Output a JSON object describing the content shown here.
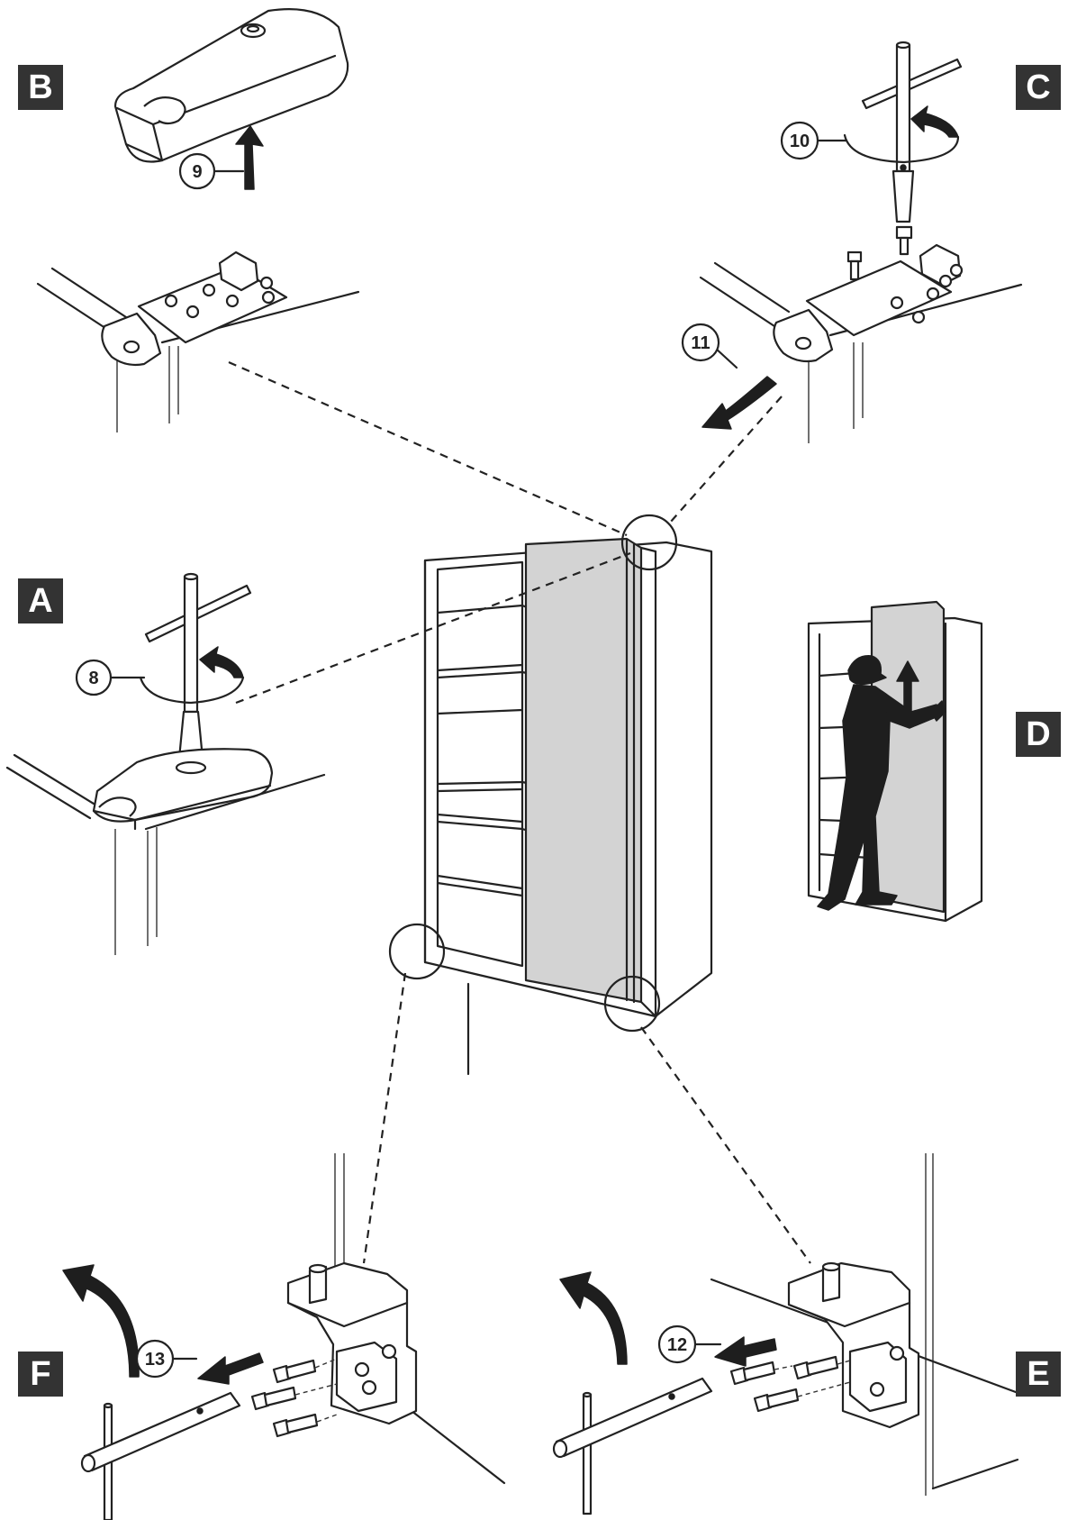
{
  "panels": [
    {
      "key": "A",
      "label": "A"
    },
    {
      "key": "B",
      "label": "B"
    },
    {
      "key": "C",
      "label": "C"
    },
    {
      "key": "D",
      "label": "D"
    },
    {
      "key": "E",
      "label": "E"
    },
    {
      "key": "F",
      "label": "F"
    }
  ],
  "steps": {
    "s8": "8",
    "s9": "9",
    "s10": "10",
    "s11": "11",
    "s12": "12",
    "s13": "13"
  },
  "colors": {
    "ink": "#222222",
    "door_fill": "#d3d3d3",
    "label_bg": "#333333",
    "label_text": "#ffffff"
  }
}
